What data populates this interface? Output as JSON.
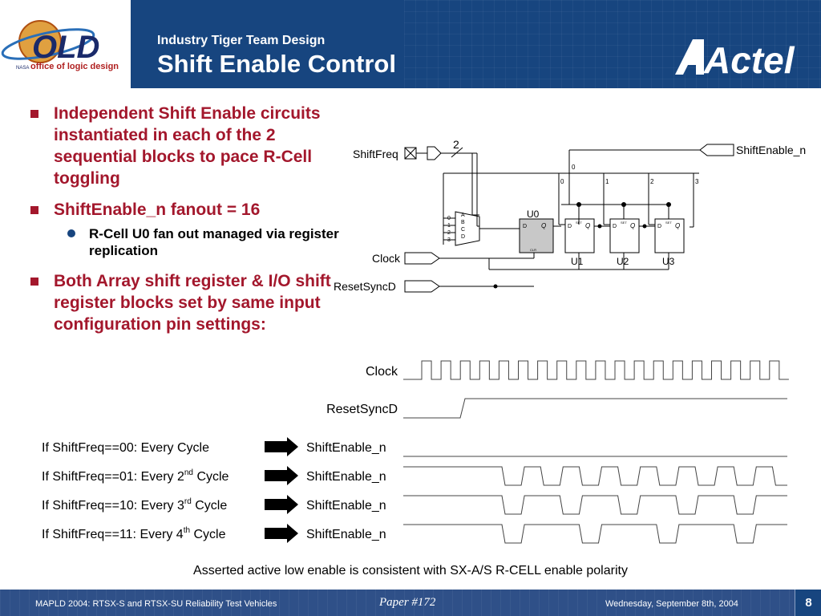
{
  "header": {
    "subtitle": "Industry Tiger Team Design",
    "title": "Shift Enable Control",
    "logo_text": "OLD",
    "logo_caption": "office of logic design",
    "logo_nasa": "NASA",
    "brand_text": "Actel"
  },
  "bullets": [
    {
      "text": "Independent Shift Enable circuits instantiated in each of the 2 sequential blocks to pace R-Cell toggling"
    },
    {
      "text": "ShiftEnable_n fanout = 16",
      "sub": [
        "R-Cell U0 fan out managed via register replication"
      ]
    },
    {
      "text": "Both Array shift register & I/O shift register blocks set by same input configuration pin settings:"
    }
  ],
  "schematic": {
    "shiftfreq": "ShiftFreq",
    "bus_width": "2",
    "shiftenable": "ShiftEnable_n",
    "clock": "Clock",
    "resetsyncd": "ResetSyncD",
    "u0": "U0",
    "u1": "U1",
    "u2": "U2",
    "u3": "U3",
    "mux_in": [
      "0",
      "1",
      "2",
      "3"
    ],
    "mux_sel": [
      "A",
      "B",
      "C",
      "D"
    ],
    "bus_top": "0",
    "bus_taps": [
      "0",
      "1",
      "2",
      "3"
    ],
    "ff_d": "D",
    "ff_q": "Q",
    "ff_set": "SET",
    "ff_clr": "CLR"
  },
  "timing": {
    "clock_label": "Clock",
    "reset_label": "ResetSyncD",
    "rows": [
      {
        "label": "If ShiftFreq==00: Every Cycle",
        "pre": "If ShiftFreq==00: Every Cycle",
        "sup": "",
        "post": "",
        "signal": "ShiftEnable_n"
      },
      {
        "label": "If ShiftFreq==01: Every 2nd Cycle",
        "pre": "If ShiftFreq==01: Every 2",
        "sup": "nd",
        "post": " Cycle",
        "signal": "ShiftEnable_n"
      },
      {
        "label": "If ShiftFreq==10: Every 3rd Cycle",
        "pre": "If ShiftFreq==10: Every 3",
        "sup": "rd",
        "post": " Cycle",
        "signal": "ShiftEnable_n"
      },
      {
        "label": "If ShiftFreq==11: Every 4th Cycle",
        "pre": "If ShiftFreq==11: Every 4",
        "sup": "th",
        "post": " Cycle",
        "signal": "ShiftEnable_n"
      }
    ]
  },
  "caption": "Asserted active low enable is consistent with SX-A/S R-CELL enable polarity",
  "footer": {
    "left": "MAPLD 2004: RTSX-S and RTSX-SU Reliability Test Vehicles",
    "center": "Paper #172",
    "right": "Wednesday, September 8th, 2004",
    "page": "8"
  },
  "colors": {
    "header_bg": "#17457f",
    "bullet_red": "#a3172c",
    "footer_bg": "#2f5088"
  }
}
